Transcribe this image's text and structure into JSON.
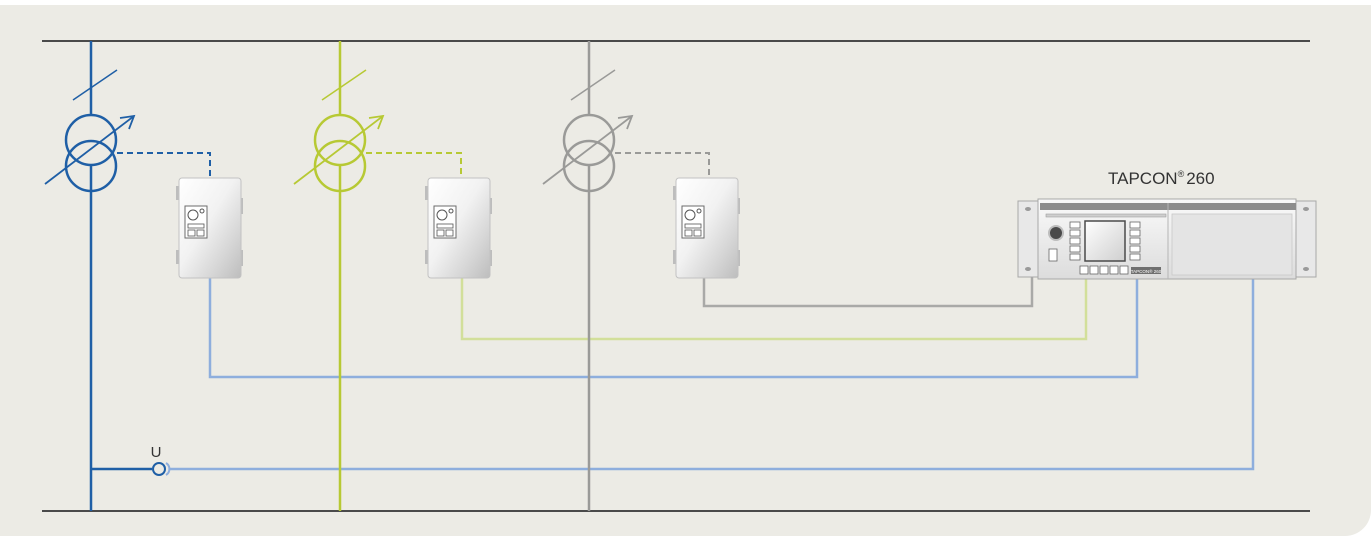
{
  "device": {
    "brand": "TAPCON",
    "registered_mark": "®",
    "model": "260",
    "front_badge": "TAPCON® 260"
  },
  "voltage_label": "U",
  "colors": {
    "background": "#ecebe5",
    "busbar": "#4a4a4a",
    "phase_1": "#1f5fa6",
    "phase_2": "#b7c934",
    "phase_3": "#9a9a98",
    "signal_1": "#8eaedd",
    "signal_2": "#d2df9a",
    "signal_3": "#a9a9a7"
  }
}
